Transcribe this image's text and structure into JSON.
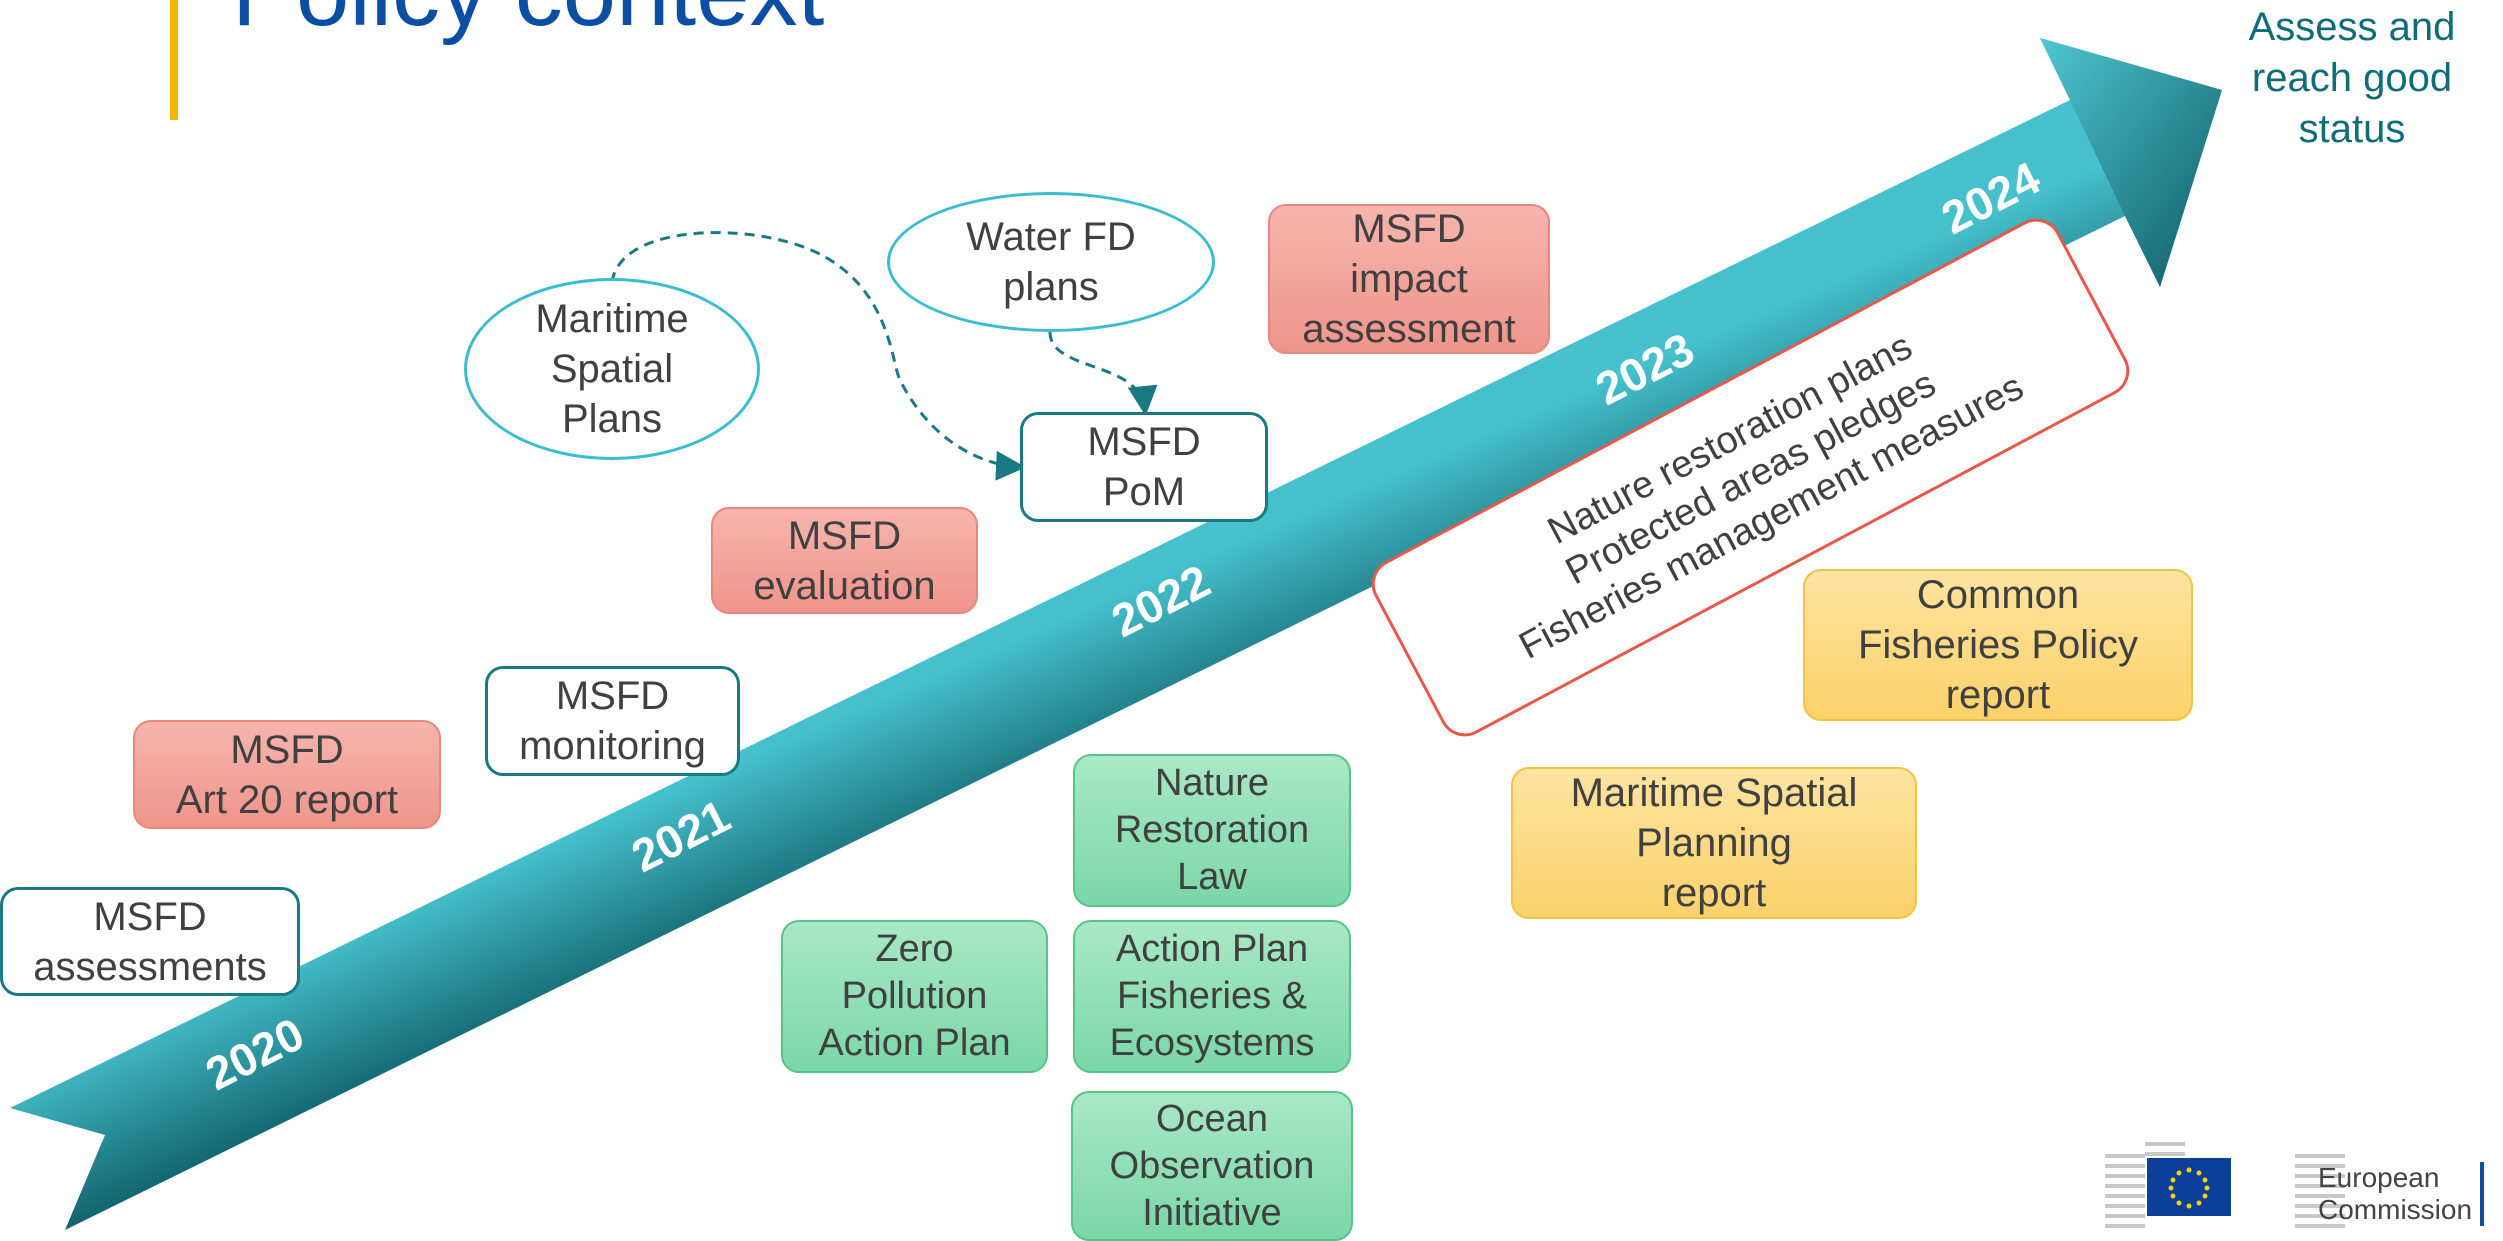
{
  "page": {
    "title": "Policy context"
  },
  "goal": {
    "label": "Assess and\nreach good\nstatus"
  },
  "timeline": {
    "years": [
      "2020",
      "2021",
      "2022",
      "2023",
      "2024"
    ]
  },
  "boxes": {
    "msfd_assessments": "MSFD\nassessments",
    "msfd_art20": "MSFD\nArt 20 report",
    "msfd_monitoring": "MSFD\nmonitoring",
    "msfd_evaluation": "MSFD\nevaluation",
    "msp_plans": "Maritime\nSpatial\nPlans",
    "water_fd": "Water FD\nplans",
    "msfd_pom": "MSFD\nPoM",
    "msfd_impact": "MSFD\nimpact\nassessment",
    "nature_restoration_law": "Nature\nRestoration\nLaw",
    "zero_pollution": "Zero\nPollution\nAction Plan",
    "action_plan_fisheries": "Action Plan\nFisheries &\nEcosystems",
    "ocean_observation": "Ocean\nObservation\nInitiative",
    "cfp_report": "Common\nFisheries Policy\nreport",
    "msp_report": "Maritime Spatial\nPlanning\nreport"
  },
  "measures": {
    "lines": [
      "Nature restoration plans",
      "Protected areas pledges",
      "Fisheries management measures"
    ]
  },
  "logo": {
    "line1": "European",
    "line2": "Commission"
  },
  "colors": {
    "arrow_light": "#45c0cc",
    "arrow_dark": "#0d5a63",
    "title": "#0b4ea2",
    "accent": "#f5b800",
    "red_box": "#f1a198",
    "green_box": "#8fdeb5",
    "yellow_box": "#fcd97e"
  }
}
